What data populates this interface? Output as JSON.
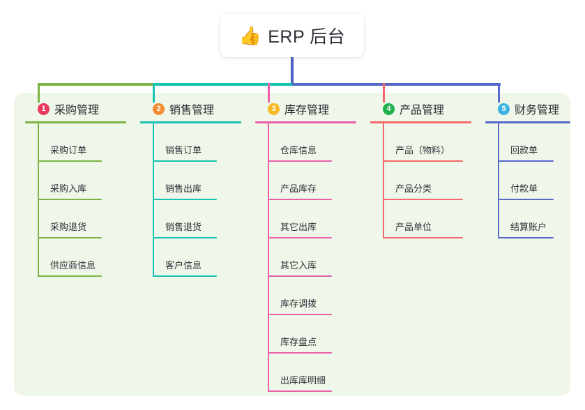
{
  "root": {
    "icon": "thumbs-up-icon",
    "emoji": "👍",
    "title": "ERP 后台"
  },
  "palette": {
    "panel_bg": "#eef7e9",
    "page_bg": "#ffffff",
    "root_text": "#2b2f36",
    "branch_1": "#7cb342",
    "branch_2": "#17c3b2",
    "branch_3": "#ec5fa8",
    "branch_4": "#f4696b",
    "branch_5": "#5569c8",
    "spine_left": "#7cb342",
    "spine_mid": "#17c3b2",
    "spine_right": "#5569c8",
    "root_stem": "#4a5fc1"
  },
  "branches": [
    {
      "index": "1",
      "title": "采购管理",
      "badge_color": "#ec3a5e",
      "line_color": "#7cb342",
      "items": [
        {
          "label": "采购订单"
        },
        {
          "label": "采购入库"
        },
        {
          "label": "采购退货"
        },
        {
          "label": "供应商信息"
        }
      ]
    },
    {
      "index": "2",
      "title": "销售管理",
      "badge_color": "#f58b33",
      "line_color": "#17c3b2",
      "items": [
        {
          "label": "销售订单"
        },
        {
          "label": "销售出库"
        },
        {
          "label": "销售退货"
        },
        {
          "label": "客户信息"
        }
      ]
    },
    {
      "index": "3",
      "title": "库存管理",
      "badge_color": "#f7b824",
      "line_color": "#ec5fa8",
      "items": [
        {
          "label": "仓库信息"
        },
        {
          "label": "产品库存"
        },
        {
          "label": "其它出库"
        },
        {
          "label": "其它入库"
        },
        {
          "label": "库存调拨"
        },
        {
          "label": "库存盘点"
        },
        {
          "label": "出库库明细"
        }
      ]
    },
    {
      "index": "4",
      "title": "产品管理",
      "badge_color": "#22b24c",
      "line_color": "#f4696b",
      "items": [
        {
          "label": "产品（物料）"
        },
        {
          "label": "产品分类"
        },
        {
          "label": "产品单位"
        }
      ]
    },
    {
      "index": "5",
      "title": "财务管理",
      "badge_color": "#3bb3e0",
      "line_color": "#5569c8",
      "items": [
        {
          "label": "回款单"
        },
        {
          "label": "付款单"
        },
        {
          "label": "结算账户"
        }
      ]
    }
  ]
}
